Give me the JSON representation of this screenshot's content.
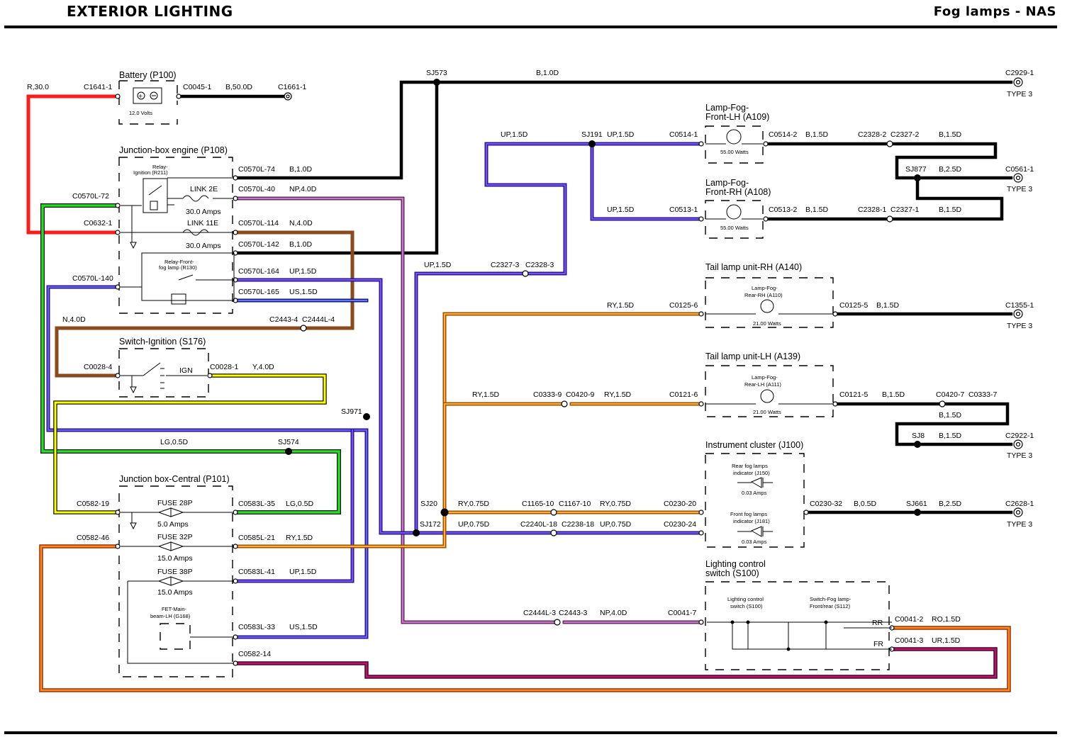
{
  "header": {
    "title": "EXTERIOR LIGHTING",
    "subtitle": "Fog lamps - NAS"
  },
  "colors": {
    "red": "#ff1a1a",
    "green": "#22e022",
    "purple": "#6a40ff",
    "brown": "#8a4a1c",
    "yellow": "#ffff00",
    "orange": "#ff8a00",
    "pink": "#a060a0",
    "black": "#000000",
    "yellow_orange": "#ffcc30",
    "orange_red": "#ff6a20",
    "red_purple": "#cc1060"
  },
  "components": {
    "battery": {
      "title": "Battery (P100)",
      "voltage": "12.0 Volts"
    },
    "jb_engine": {
      "title": "Junction-box engine (P108)",
      "relay_ign": "Relay-",
      "relay_ign2": "Ignition (R211)",
      "link2e": "LINK 2E",
      "link2e_amps": "30.0 Amps",
      "link11e": "LINK 11E",
      "link11e_amps": "30.0 Amps",
      "relay_fog": "Relay-Front-",
      "relay_fog2": "fog lamp (R130)"
    },
    "switch_ign": {
      "title": "Switch-Ignition (S176)",
      "ign": "IGN"
    },
    "jb_central": {
      "title": "Junction box-Central (P101)",
      "fuse28": "FUSE 28P",
      "fuse28_amps": "5.0 Amps",
      "fuse32": "FUSE 32P",
      "fuse32_amps": "15.0 Amps",
      "fuse38": "FUSE 38P",
      "fuse38_amps": "15.0 Amps",
      "fet": "FET-Main-",
      "fet2": "beam-LH (G168)"
    },
    "fog_lh": {
      "title1": "Lamp-Fog-",
      "title2": "Front-LH (A109)",
      "watts": "55.00 Watts"
    },
    "fog_rh": {
      "title1": "Lamp-Fog-",
      "title2": "Front-RH (A108)",
      "watts": "55.00 Watts"
    },
    "tail_rh": {
      "title": "Tail lamp unit-RH (A140)",
      "lamp1": "Lamp-Fog-",
      "lamp2": "Rear-RH (A110)",
      "watts": "21.00 Watts"
    },
    "tail_lh": {
      "title": "Tail lamp unit-LH (A139)",
      "lamp1": "Lamp-Fog-",
      "lamp2": "Rear-LH (A111)",
      "watts": "21.00 Watts"
    },
    "cluster": {
      "title": "Instrument cluster (J100)",
      "rear1": "Rear fog lamps",
      "rear2": "indicator (J150)",
      "rear_amps": "0.03 Amps",
      "front1": "Front fog lamps",
      "front2": "indicator (J181)",
      "front_amps": "0.03 Amps"
    },
    "light_switch": {
      "title1": "Lighting control",
      "title2": "switch (S100)",
      "sub1": "Lighting control",
      "sub2": "switch (S100)",
      "fog1": "Switch-Fog lamp-",
      "fog2": "Front/rear (S112)",
      "rr": "RR",
      "fr": "FR"
    }
  },
  "labels": {
    "l1": "R,30.0",
    "l2": "C1641-1",
    "l3": "C0045-1",
    "l4": "B,50.0D",
    "l5": "C1661-1",
    "l6": "SJ573",
    "l7": "B,1.0D",
    "l8": "C2929-1",
    "l9": "TYPE 3",
    "l10": "C0570L-74",
    "l11": "B,1.0D",
    "l12": "C0570L-72",
    "l13": "C0570L-40",
    "l14": "NP,4.0D",
    "l15": "C0632-1",
    "l16": "C0570L-114",
    "l17": "N,4.0D",
    "l18": "C0570L-142",
    "l19": "B,1.0D",
    "l20": "C0570L-140",
    "l21": "C0570L-164",
    "l22": "UP,1.5D",
    "l23": "C0570L-165",
    "l24": "US,1.5D",
    "l25": "N,4.0D",
    "l26": "C2443-4",
    "l27": "C2444L-4",
    "l28": "C0028-4",
    "l29": "C0028-1",
    "l30": "Y,4.0D",
    "l31": "SJ971",
    "l32": "LG,0.5D",
    "l33": "SJ574",
    "l34": "C0582-19",
    "l35": "C0583L-35",
    "l36": "LG,0.5D",
    "l37": "C0582-46",
    "l38": "C0585L-21",
    "l39": "RY,1.5D",
    "l40": "C0583L-41",
    "l41": "UP,1.5D",
    "l42": "C0583L-33",
    "l43": "US,1.5D",
    "l44": "C0582-14",
    "l45": "UP,1.5D",
    "l46": "SJ191",
    "l47": "UP,1.5D",
    "l48": "C0514-1",
    "l49": "C0514-2",
    "l50": "B,1.5D",
    "l51": "C2328-2",
    "l52": "C2327-2",
    "l53": "B,1.5D",
    "l54": "SJ877",
    "l55": "B,2.5D",
    "l56": "C0561-1",
    "l57": "TYPE 3",
    "l58": "UP,1.5D",
    "l59": "C0513-1",
    "l60": "C0513-2",
    "l61": "B,1.5D",
    "l62": "C2328-1",
    "l63": "C2327-1",
    "l64": "B,1.5D",
    "l65": "UP,1.5D",
    "l66": "C2327-3",
    "l67": "C2328-3",
    "l68": "RY,1.5D",
    "l69": "C0125-6",
    "l70": "C0125-5",
    "l71": "B,1.5D",
    "l72": "C1355-1",
    "l73": "TYPE 3",
    "l74": "RY,1.5D",
    "l75": "C0333-9",
    "l76": "C0420-9",
    "l77": "RY,1.5D",
    "l78": "C0121-6",
    "l79": "C0121-5",
    "l80": "B,1.5D",
    "l81": "C0420-7",
    "l82": "C0333-7",
    "l83": "B,1.5D",
    "l84": "SJ8",
    "l85": "B,1.5D",
    "l86": "C2922-1",
    "l87": "TYPE 3",
    "l88": "SJ20",
    "l89": "RY,0.75D",
    "l90": "C1165-10",
    "l91": "C1167-10",
    "l92": "RY,0.75D",
    "l93": "C0230-20",
    "l94": "SJ172",
    "l95": "UP,0.75D",
    "l96": "C2240L-18",
    "l97": "C2238-18",
    "l98": "UP,0.75D",
    "l99": "C0230-24",
    "l100": "C0230-32",
    "l101": "B,0.5D",
    "l102": "SJ661",
    "l103": "B,2.5D",
    "l104": "C2628-1",
    "l105": "TYPE 3",
    "l106": "C2444L-3",
    "l107": "C2443-3",
    "l108": "NP,4.0D",
    "l109": "C0041-7",
    "l110": "C0041-2",
    "l111": "RO,1.5D",
    "l112": "C0041-3",
    "l113": "UR,1.5D"
  }
}
